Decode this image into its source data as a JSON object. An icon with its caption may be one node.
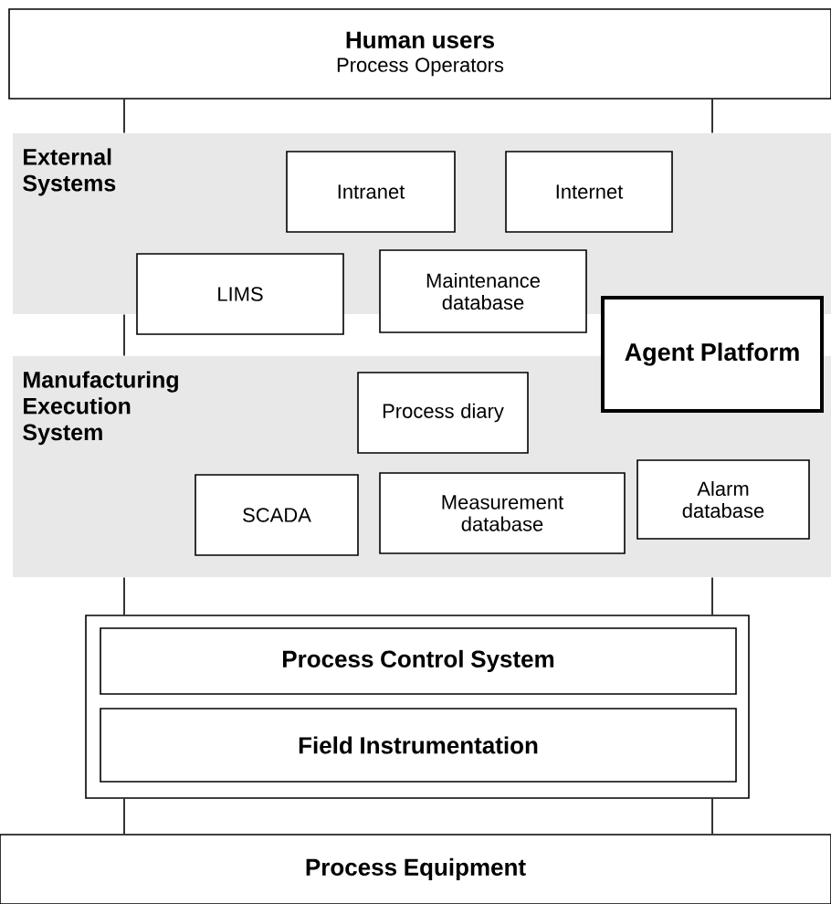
{
  "diagram": {
    "nodes": [
      {
        "text": [
          "Human users",
          "Process Operators"
        ]
      },
      {
        "text": [
          "External Systems"
        ]
      },
      {
        "text": [
          "Intranet"
        ],
        "in": 1
      },
      {
        "text": [
          "Internet"
        ],
        "in": 1
      },
      {
        "text": [
          "LIMS"
        ]
      },
      {
        "text": [
          "Maintenance database"
        ]
      },
      {
        "text": [
          "Agent Platform"
        ]
      },
      {
        "text": [
          "Manufacturing Execution System"
        ]
      },
      {
        "text": [
          "Process diary"
        ],
        "in": 7
      },
      {
        "text": [
          "SCADA"
        ],
        "in": 7
      },
      {
        "text": [
          "Measurement database"
        ],
        "in": 7
      },
      {
        "text": [
          "Alarm database"
        ],
        "in": 7
      },
      {
        "text": [],
        "shape": "box"
      },
      {
        "text": [
          "Process Control System"
        ],
        "in": 12
      },
      {
        "text": [
          "Field Instrumentation"
        ],
        "in": 12
      },
      {
        "text": [
          "Process Equipment"
        ]
      }
    ],
    "edges": [
      {
        "from": 0,
        "to": 1,
        "arrow": "none"
      },
      {
        "from": 0,
        "to": 1,
        "arrow": "none"
      },
      {
        "from": 1,
        "to": 7,
        "arrow": "none"
      },
      {
        "from": 7,
        "to": 12,
        "arrow": "none"
      },
      {
        "from": 7,
        "to": 12,
        "arrow": "none"
      },
      {
        "from": 12,
        "to": 15,
        "arrow": "none"
      },
      {
        "from": 12,
        "to": 15,
        "arrow": "none"
      }
    ]
  }
}
